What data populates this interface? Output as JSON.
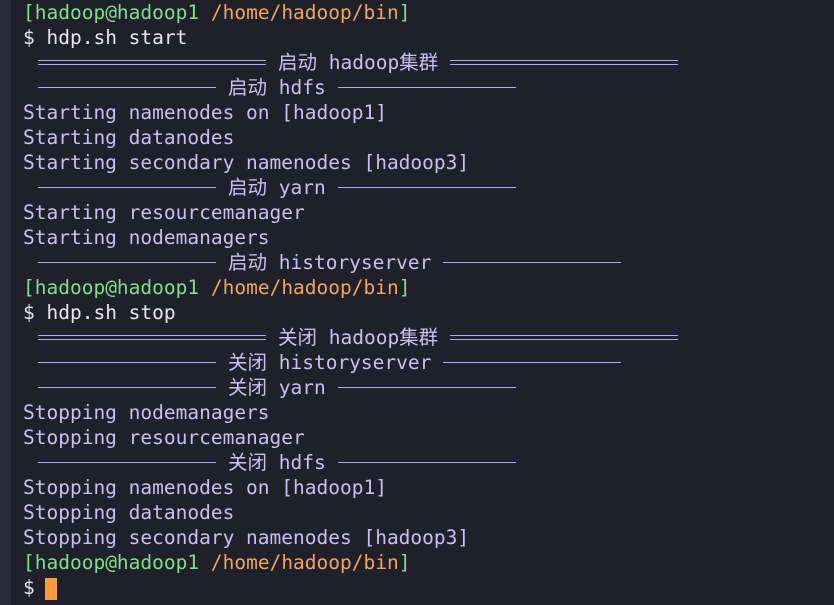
{
  "terminal": {
    "user_host": "hadoop@hadoop1",
    "cwd": "/home/hadoop/bin",
    "prompt_symbol": "$"
  },
  "commands": {
    "start": "hdp.sh start",
    "stop": "hdp.sh stop"
  },
  "banners": {
    "start_cluster": "启动 hadoop集群",
    "start_hdfs": "启动 hdfs",
    "start_yarn": "启动 yarn",
    "start_history": "启动 historyserver",
    "stop_cluster": "关闭 hadoop集群",
    "stop_history": "关闭 historyserver",
    "stop_yarn": "关闭 yarn",
    "stop_hdfs": "关闭 hdfs"
  },
  "output": {
    "start_namenodes": "Starting namenodes on [hadoop1]",
    "start_datanodes": "Starting datanodes",
    "start_secondary": "Starting secondary namenodes [hadoop3]",
    "start_rm": "Starting resourcemanager",
    "start_nm": "Starting nodemanagers",
    "stop_nm": "Stopping nodemanagers",
    "stop_rm": "Stopping resourcemanager",
    "stop_namenodes": "Stopping namenodes on [hadoop1]",
    "stop_datanodes": "Stopping datanodes",
    "stop_secondary": "Stopping secondary namenodes [hadoop3]"
  },
  "colors": {
    "prompt_host": "#7ee08a",
    "prompt_path": "#f2a65c",
    "output_text": "#c9c0f2",
    "cursor": "#ff9a3c",
    "background": "#1f2029"
  }
}
